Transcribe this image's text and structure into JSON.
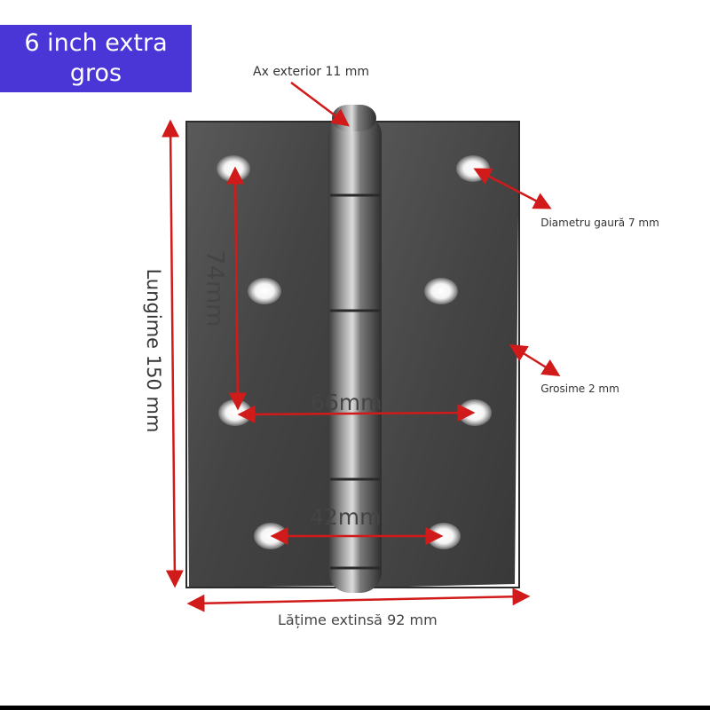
{
  "title_badge": {
    "text": "6 inch extra gros"
  },
  "labels": {
    "axle": "Ax exterior 11 mm",
    "hole_diameter": "Diametru gaură 7 mm",
    "thickness": "Grosime 2 mm",
    "width": "Lățime extinsă 92 mm",
    "length": "Lungime 150 mm",
    "vertical_spacing": "74mm",
    "outer_hole_spacing": "66mm",
    "inner_hole_spacing": "42mm"
  },
  "colors": {
    "badge": "#4a35d6",
    "arrow": "#d11a1a",
    "plate": "#4b4b4b",
    "knuckle": "#8a8a8a"
  }
}
